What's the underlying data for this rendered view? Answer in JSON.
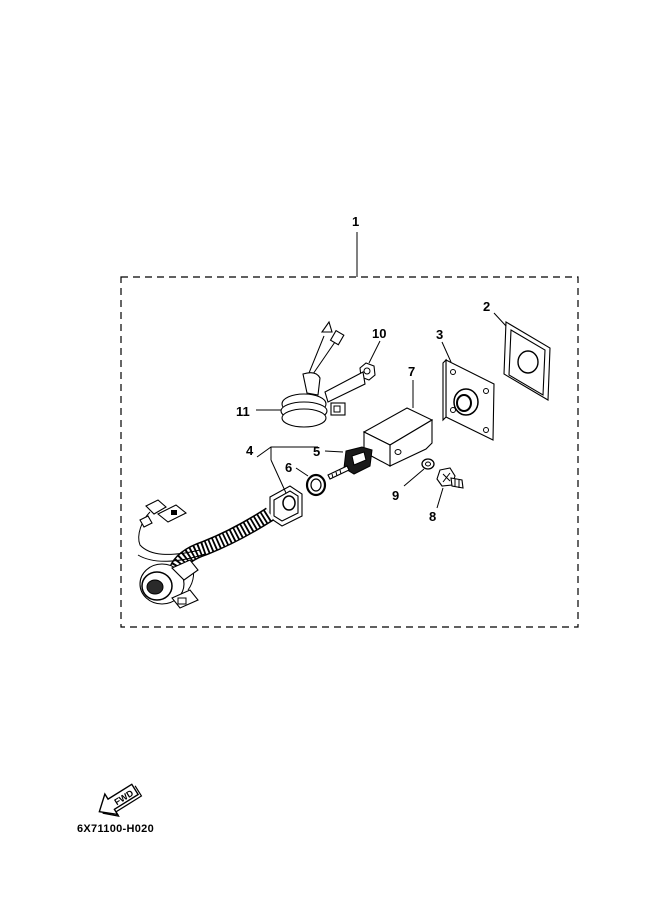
{
  "callouts": [
    {
      "id": "1",
      "label": "1"
    },
    {
      "id": "2",
      "label": "2"
    },
    {
      "id": "3",
      "label": "3"
    },
    {
      "id": "4",
      "label": "4"
    },
    {
      "id": "5",
      "label": "5"
    },
    {
      "id": "6",
      "label": "6"
    },
    {
      "id": "7",
      "label": "7"
    },
    {
      "id": "8",
      "label": "8"
    },
    {
      "id": "9",
      "label": "9"
    },
    {
      "id": "10",
      "label": "10"
    },
    {
      "id": "11",
      "label": "11"
    }
  ],
  "fwd_arrow_text": "FWD",
  "diagram_code": "6X71100-H020",
  "colors": {
    "ink": "#000000",
    "background": "#ffffff"
  }
}
